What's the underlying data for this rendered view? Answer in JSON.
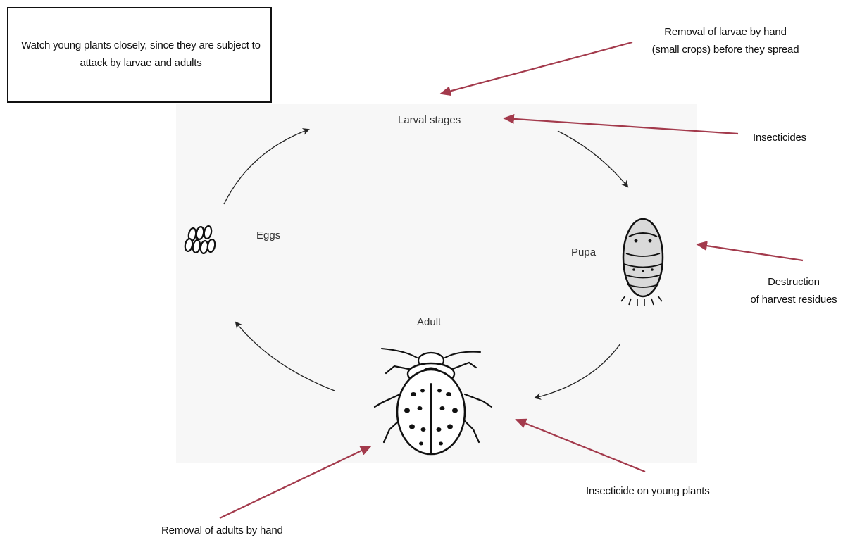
{
  "note": {
    "text": "Watch young plants closely, since they are subject to attack by larvae and adults"
  },
  "stages": {
    "larval": "Larval stages",
    "eggs": "Eggs",
    "pupa": "Pupa",
    "adult": "Adult"
  },
  "controls": {
    "larvae_by_hand_line1": "Removal of larvae by hand",
    "larvae_by_hand_line2": "(small crops) before they spread",
    "insecticides": "Insecticides",
    "destruction_line1": "Destruction",
    "destruction_line2": "of harvest residues",
    "young_plants": "Insecticide on young plants",
    "adults_by_hand": "Removal of adults by hand"
  },
  "colors": {
    "control_arrow": "#a33a4c",
    "cycle_arrow": "#222222",
    "panel": "#f7f7f7"
  },
  "icons": [
    "eggs-icon",
    "pupa-icon",
    "ladybird-beetle-icon"
  ]
}
